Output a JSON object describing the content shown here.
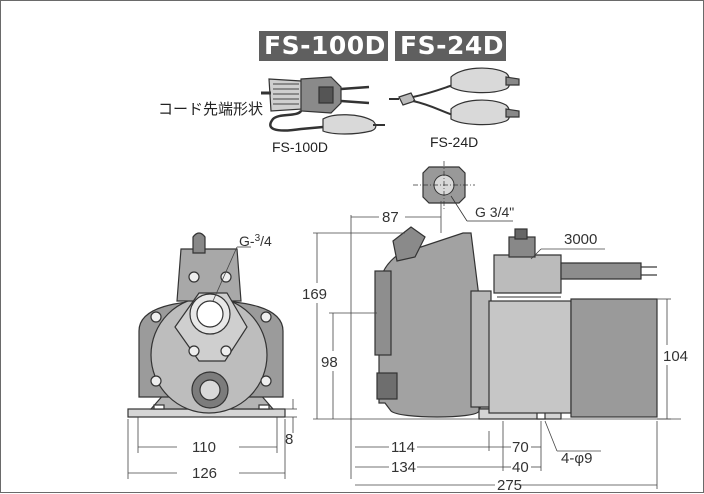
{
  "models": {
    "primary": "FS-100D",
    "secondary": "FS-24D"
  },
  "cord_tip": {
    "label": "コード先端形状",
    "plug_caption": "FS-100D",
    "clip_caption": "FS-24D"
  },
  "dimensions": {
    "inlet_offset": "87",
    "port_thread": "G  3/4\"",
    "cord_length": "3000",
    "outlet_thread_label": "G-",
    "outlet_thread_sup": "3",
    "outlet_thread_frac": "/4",
    "overall_height": "169",
    "shaft_height": "98",
    "motor_height": "104",
    "base_inner_width": "110",
    "base_outer_width": "126",
    "base_thickness": "8",
    "dim_114": "114",
    "dim_134": "134",
    "dim_70": "70",
    "dim_40": "40",
    "mount_holes": "4-φ9",
    "overall_length": "275"
  }
}
